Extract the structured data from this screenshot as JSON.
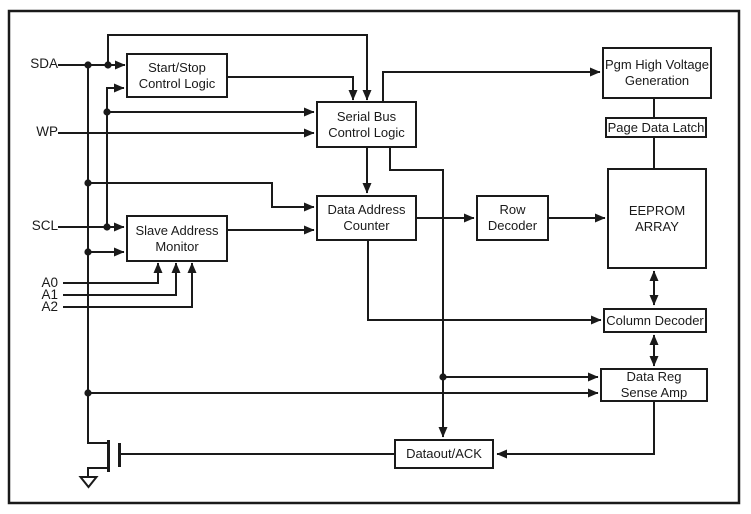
{
  "colors": {
    "line": "#1a1a1a",
    "background": "#ffffff"
  },
  "pins": [
    {
      "id": "sda",
      "label": "SDA"
    },
    {
      "id": "wp",
      "label": "WP"
    },
    {
      "id": "scl",
      "label": "SCL"
    },
    {
      "id": "a0",
      "label": "A0"
    },
    {
      "id": "a1",
      "label": "A1"
    },
    {
      "id": "a2",
      "label": "A2"
    }
  ],
  "blocks": [
    {
      "id": "start-stop-control-logic",
      "label": "Start/Stop\nControl Logic"
    },
    {
      "id": "serial-bus-control-logic",
      "label": "Serial Bus\nControl Logic"
    },
    {
      "id": "slave-address-monitor",
      "label": "Slave Address\nMonitor"
    },
    {
      "id": "data-address-counter",
      "label": "Data Address\nCounter"
    },
    {
      "id": "row-decoder",
      "label": "Row\nDecoder"
    },
    {
      "id": "eeprom-array",
      "label": "EEPROM\nARRAY"
    },
    {
      "id": "pgm-high-voltage-generation",
      "label": "Pgm High Voltage\nGeneration"
    },
    {
      "id": "page-data-latch",
      "label": "Page Data Latch"
    },
    {
      "id": "column-decoder",
      "label": "Column Decoder"
    },
    {
      "id": "data-reg-sense-amp",
      "label": "Data Reg\nSense Amp"
    },
    {
      "id": "dataout-ack",
      "label": "Dataout/ACK"
    }
  ]
}
